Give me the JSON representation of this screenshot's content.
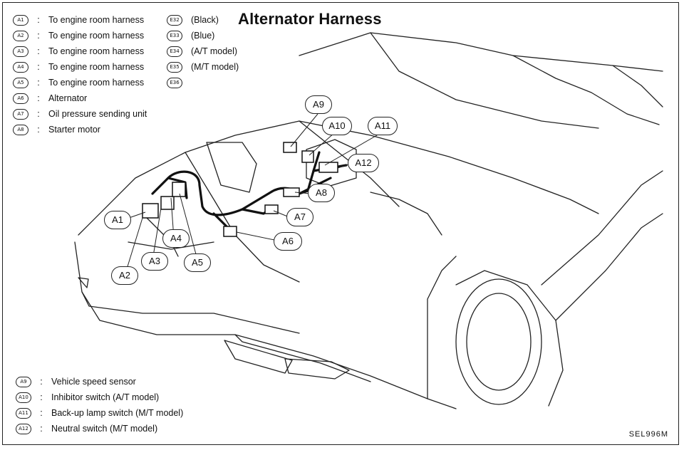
{
  "title": "Alternator Harness",
  "legend_top": [
    {
      "code": "A1",
      "text": "To engine room harness",
      "conn": "E32",
      "note": "(Black)"
    },
    {
      "code": "A2",
      "text": "To engine room harness",
      "conn": "E33",
      "note": "(Blue)"
    },
    {
      "code": "A3",
      "text": "To engine room harness",
      "conn": "E34",
      "note": "(A/T model)"
    },
    {
      "code": "A4",
      "text": "To engine room harness",
      "conn": "E35",
      "note": "(M/T model)"
    },
    {
      "code": "A5",
      "text": "To engine room harness",
      "conn": "E36",
      "note": ""
    },
    {
      "code": "A6",
      "text": "Alternator",
      "conn": "",
      "note": ""
    },
    {
      "code": "A7",
      "text": "Oil pressure sending unit",
      "conn": "",
      "note": ""
    },
    {
      "code": "A8",
      "text": "Starter motor",
      "conn": "",
      "note": ""
    }
  ],
  "legend_bottom": [
    {
      "code": "A9",
      "text": "Vehicle speed sensor"
    },
    {
      "code": "A10",
      "text": "Inhibitor switch (A/T model)"
    },
    {
      "code": "A11",
      "text": "Back-up lamp switch (M/T model)"
    },
    {
      "code": "A12",
      "text": "Neutral switch (M/T model)"
    }
  ],
  "callouts": [
    "A1",
    "A2",
    "A3",
    "A4",
    "A5",
    "A6",
    "A7",
    "A8",
    "A9",
    "A10",
    "A11",
    "A12"
  ],
  "separator": ":",
  "reference": "SEL996M"
}
